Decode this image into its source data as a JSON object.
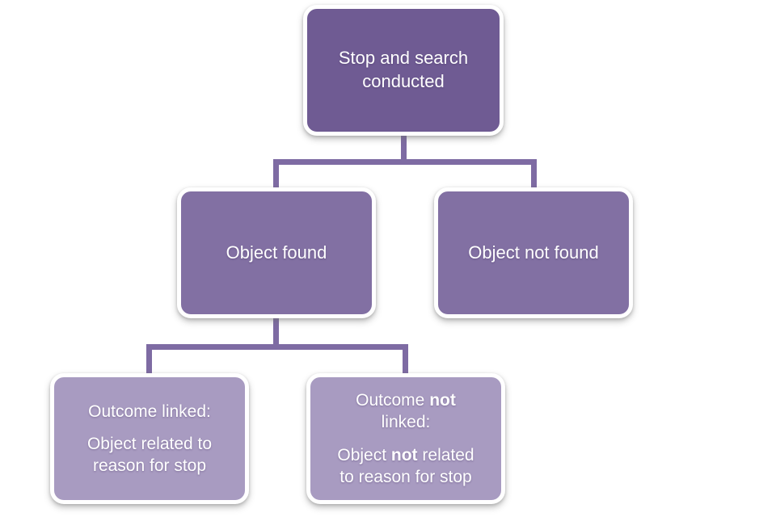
{
  "colors": {
    "level1": "#6F5B93",
    "level2": "#8270A3",
    "level3": "#A89BC1",
    "connector": "#7E6BA3",
    "node_text": "#FFFFFF",
    "background": "#FFFFFF"
  },
  "nodes": {
    "root": {
      "label": "Stop and search conducted"
    },
    "found": {
      "label": "Object found"
    },
    "not_found": {
      "label": "Object not found"
    },
    "linked": {
      "line1": "Outcome linked:",
      "line2": "Object related to reason for stop"
    },
    "not_linked": {
      "line1_pre": "Outcome ",
      "line1_bold": "not",
      "line1_post": " linked:",
      "line2_pre": "Object ",
      "line2_bold": "not",
      "line2_post": " related to reason for stop"
    }
  }
}
